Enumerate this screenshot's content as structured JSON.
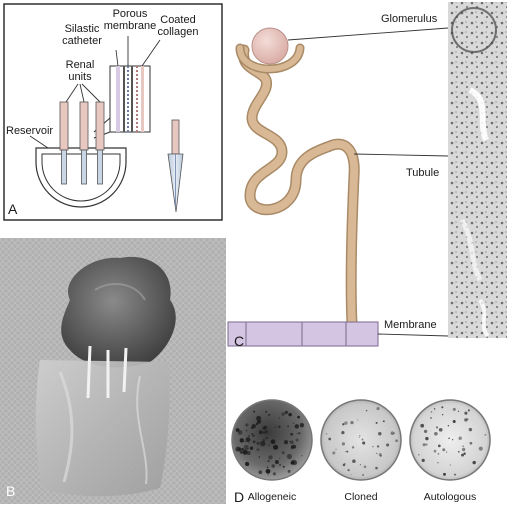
{
  "panel_a": {
    "letter": "A",
    "labels": {
      "silastic_line1": "Silastic",
      "silastic_line2": "catheter",
      "porous_line1": "Porous",
      "porous_line2": "membrane",
      "coated_line1": "Coated",
      "coated_line2": "collagen",
      "renal_line1": "Renal",
      "renal_line2": "units",
      "reservoir": "Reservoir"
    }
  },
  "panel_b": {
    "letter": "B"
  },
  "panel_c": {
    "letter": "C",
    "labels": {
      "glomerulus": "Glomerulus",
      "tubule": "Tubule",
      "membrane": "Membrane"
    }
  },
  "panel_d": {
    "letter": "D",
    "dish_labels": [
      "Allogeneic",
      "Cloned",
      "Autologous"
    ]
  },
  "colors": {
    "tubule_tan": "#d9b995",
    "tubule_outline": "#a88a66",
    "glomerulus_pink": "#e7c1bb",
    "membrane_lavender": "#d4c5e2",
    "renal_unit_pink": "#e8c7c0",
    "catheter_blue": "#c9d6e6"
  }
}
